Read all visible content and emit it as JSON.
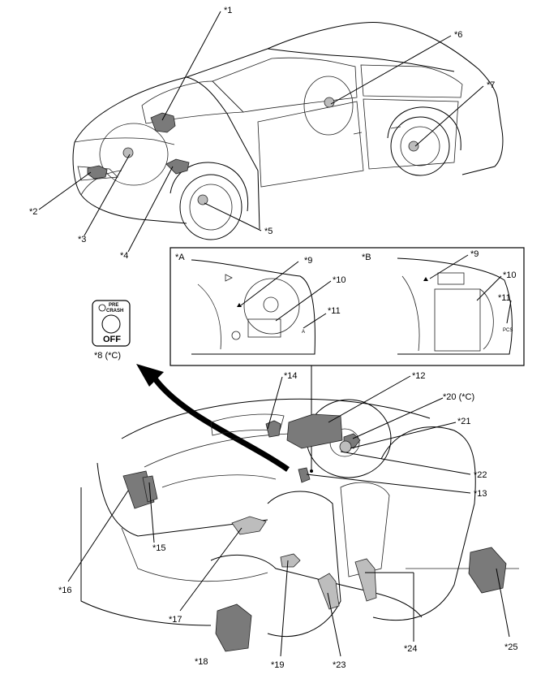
{
  "callouts": {
    "c1": "*1",
    "c2": "*2",
    "c3": "*3",
    "c4": "*4",
    "c5": "*5",
    "c6": "*6",
    "c7": "*7",
    "c8": "*8 (*C)",
    "c9a": "*9",
    "c9b": "*9",
    "c10a": "*10",
    "c10b": "*10",
    "c11a": "*11",
    "c11b": "*11",
    "c12": "*12",
    "c13": "*13",
    "c14": "*14",
    "c15": "*15",
    "c16": "*16",
    "c17": "*17",
    "c18": "*18",
    "c19": "*19",
    "c20": "*20 (*C)",
    "c21": "*21",
    "c22": "*22",
    "c23": "*23",
    "c24": "*24",
    "c25": "*25"
  },
  "panels": {
    "a_label": "*A",
    "b_label": "*B"
  },
  "switch": {
    "line1": "PRE",
    "line2": "CRASH",
    "off": "OFF"
  },
  "pcs_text": "PCS"
}
